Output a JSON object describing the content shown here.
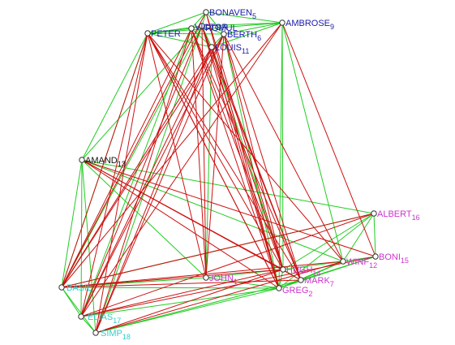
{
  "colors": {
    "positive_tie": "#22cc22",
    "negative_tie": "#cc1111",
    "node_stroke": "#333333",
    "group_blue": "#1a1aaa",
    "group_black": "#111111",
    "group_magenta": "#cc33cc",
    "group_cyan": "#33cccc"
  },
  "nodes": [
    {
      "id": "bonaven",
      "name": "BONAVEN",
      "num": "5",
      "group": "group_blue"
    },
    {
      "id": "ambrose",
      "name": "AMBROSE",
      "num": "9",
      "group": "group_blue"
    },
    {
      "id": "peter",
      "name": "PETER",
      "num": "",
      "group": "group_blue"
    },
    {
      "id": "victor",
      "name": "VICTOR",
      "num": "",
      "group": "group_blue"
    },
    {
      "id": "romul",
      "name": "ROMUL",
      "num": "",
      "group": "group_blue"
    },
    {
      "id": "berth",
      "name": "BERTH",
      "num": "6",
      "group": "group_blue"
    },
    {
      "id": "louis",
      "name": "LOUIS",
      "num": "11",
      "group": "group_blue"
    },
    {
      "id": "amand",
      "name": "AMAND",
      "num": "13",
      "group": "group_black"
    },
    {
      "id": "albert",
      "name": "ALBERT",
      "num": "16",
      "group": "group_magenta"
    },
    {
      "id": "boni",
      "name": "BONI",
      "num": "15",
      "group": "group_magenta"
    },
    {
      "id": "winf",
      "name": "WINF",
      "num": "12",
      "group": "group_magenta"
    },
    {
      "id": "hugh",
      "name": "HUGH",
      "num": "14",
      "group": "group_magenta"
    },
    {
      "id": "mark",
      "name": "MARK",
      "num": "7",
      "group": "group_magenta"
    },
    {
      "id": "greg",
      "name": "GREG",
      "num": "2",
      "group": "group_magenta"
    },
    {
      "id": "john",
      "name": "JOHN",
      "num": "1",
      "group": "group_magenta"
    },
    {
      "id": "basil",
      "name": "BASIL",
      "num": "",
      "group": "group_cyan"
    },
    {
      "id": "elias",
      "name": "ELIAS",
      "num": "17",
      "group": "group_cyan"
    },
    {
      "id": "simp",
      "name": "SIMP",
      "num": "18",
      "group": "group_cyan"
    }
  ],
  "edges": [
    {
      "source": "peter",
      "target": "bonaven",
      "type": "positive_tie"
    },
    {
      "source": "peter",
      "target": "victor",
      "type": "positive_tie"
    },
    {
      "source": "peter",
      "target": "romul",
      "type": "positive_tie"
    },
    {
      "source": "peter",
      "target": "berth",
      "type": "positive_tie"
    },
    {
      "source": "peter",
      "target": "louis",
      "type": "positive_tie"
    },
    {
      "source": "bonaven",
      "target": "ambrose",
      "type": "positive_tie"
    },
    {
      "source": "bonaven",
      "target": "romul",
      "type": "positive_tie"
    },
    {
      "source": "bonaven",
      "target": "victor",
      "type": "positive_tie"
    },
    {
      "source": "bonaven",
      "target": "berth",
      "type": "positive_tie"
    },
    {
      "source": "ambrose",
      "target": "romul",
      "type": "positive_tie"
    },
    {
      "source": "ambrose",
      "target": "berth",
      "type": "positive_tie"
    },
    {
      "source": "ambrose",
      "target": "louis",
      "type": "positive_tie"
    },
    {
      "source": "ambrose",
      "target": "peter",
      "type": "positive_tie"
    },
    {
      "source": "victor",
      "target": "romul",
      "type": "positive_tie"
    },
    {
      "source": "victor",
      "target": "louis",
      "type": "positive_tie"
    },
    {
      "source": "romul",
      "target": "berth",
      "type": "positive_tie"
    },
    {
      "source": "berth",
      "target": "louis",
      "type": "positive_tie"
    },
    {
      "source": "louis",
      "target": "romul",
      "type": "positive_tie"
    },
    {
      "source": "amand",
      "target": "peter",
      "type": "positive_tie"
    },
    {
      "source": "amand",
      "target": "romul",
      "type": "positive_tie"
    },
    {
      "source": "amand",
      "target": "albert",
      "type": "positive_tie"
    },
    {
      "source": "amand",
      "target": "winf",
      "type": "positive_tie"
    },
    {
      "source": "amand",
      "target": "basil",
      "type": "positive_tie"
    },
    {
      "source": "amand",
      "target": "elias",
      "type": "positive_tie"
    },
    {
      "source": "amand",
      "target": "simp",
      "type": "positive_tie"
    },
    {
      "source": "amand",
      "target": "john",
      "type": "positive_tie"
    },
    {
      "source": "ambrose",
      "target": "winf",
      "type": "positive_tie"
    },
    {
      "source": "ambrose",
      "target": "hugh",
      "type": "positive_tie"
    },
    {
      "source": "ambrose",
      "target": "greg",
      "type": "positive_tie"
    },
    {
      "source": "albert",
      "target": "boni",
      "type": "positive_tie"
    },
    {
      "source": "albert",
      "target": "winf",
      "type": "positive_tie"
    },
    {
      "source": "albert",
      "target": "greg",
      "type": "positive_tie"
    },
    {
      "source": "albert",
      "target": "hugh",
      "type": "positive_tie"
    },
    {
      "source": "albert",
      "target": "basil",
      "type": "positive_tie"
    },
    {
      "source": "boni",
      "target": "winf",
      "type": "positive_tie"
    },
    {
      "source": "boni",
      "target": "greg",
      "type": "positive_tie"
    },
    {
      "source": "boni",
      "target": "mark",
      "type": "positive_tie"
    },
    {
      "source": "winf",
      "target": "hugh",
      "type": "positive_tie"
    },
    {
      "source": "winf",
      "target": "greg",
      "type": "positive_tie"
    },
    {
      "source": "winf",
      "target": "mark",
      "type": "positive_tie"
    },
    {
      "source": "hugh",
      "target": "mark",
      "type": "positive_tie"
    },
    {
      "source": "hugh",
      "target": "greg",
      "type": "positive_tie"
    },
    {
      "source": "mark",
      "target": "greg",
      "type": "positive_tie"
    },
    {
      "source": "john",
      "target": "greg",
      "type": "positive_tie"
    },
    {
      "source": "john",
      "target": "hugh",
      "type": "positive_tie"
    },
    {
      "source": "john",
      "target": "basil",
      "type": "positive_tie"
    },
    {
      "source": "basil",
      "target": "greg",
      "type": "positive_tie"
    },
    {
      "source": "basil",
      "target": "elias",
      "type": "positive_tie"
    },
    {
      "source": "basil",
      "target": "simp",
      "type": "positive_tie"
    },
    {
      "source": "elias",
      "target": "simp",
      "type": "positive_tie"
    },
    {
      "source": "elias",
      "target": "greg",
      "type": "positive_tie"
    },
    {
      "source": "simp",
      "target": "greg",
      "type": "positive_tie"
    },
    {
      "source": "simp",
      "target": "mark",
      "type": "positive_tie"
    },
    {
      "source": "elias",
      "target": "victor",
      "type": "positive_tie"
    },
    {
      "source": "simp",
      "target": "romul",
      "type": "positive_tie"
    },
    {
      "source": "basil",
      "target": "peter",
      "type": "positive_tie"
    },
    {
      "source": "john",
      "target": "louis",
      "type": "positive_tie"
    },
    {
      "source": "greg",
      "target": "berth",
      "type": "positive_tie"
    },
    {
      "source": "hugh",
      "target": "louis",
      "type": "positive_tie"
    },
    {
      "source": "basil",
      "target": "romul",
      "type": "positive_tie"
    },
    {
      "source": "peter",
      "target": "basil",
      "type": "negative_tie"
    },
    {
      "source": "peter",
      "target": "elias",
      "type": "negative_tie"
    },
    {
      "source": "peter",
      "target": "simp",
      "type": "negative_tie"
    },
    {
      "source": "peter",
      "target": "greg",
      "type": "negative_tie"
    },
    {
      "source": "peter",
      "target": "hugh",
      "type": "negative_tie"
    },
    {
      "source": "peter",
      "target": "mark",
      "type": "negative_tie"
    },
    {
      "source": "peter",
      "target": "john",
      "type": "negative_tie"
    },
    {
      "source": "peter",
      "target": "winf",
      "type": "negative_tie"
    },
    {
      "source": "victor",
      "target": "basil",
      "type": "negative_tie"
    },
    {
      "source": "victor",
      "target": "simp",
      "type": "negative_tie"
    },
    {
      "source": "victor",
      "target": "greg",
      "type": "negative_tie"
    },
    {
      "source": "victor",
      "target": "hugh",
      "type": "negative_tie"
    },
    {
      "source": "victor",
      "target": "mark",
      "type": "negative_tie"
    },
    {
      "source": "romul",
      "target": "elias",
      "type": "negative_tie"
    },
    {
      "source": "romul",
      "target": "greg",
      "type": "negative_tie"
    },
    {
      "source": "romul",
      "target": "hugh",
      "type": "negative_tie"
    },
    {
      "source": "romul",
      "target": "john",
      "type": "negative_tie"
    },
    {
      "source": "berth",
      "target": "basil",
      "type": "negative_tie"
    },
    {
      "source": "berth",
      "target": "simp",
      "type": "negative_tie"
    },
    {
      "source": "berth",
      "target": "elias",
      "type": "negative_tie"
    },
    {
      "source": "berth",
      "target": "mark",
      "type": "negative_tie"
    },
    {
      "source": "berth",
      "target": "hugh",
      "type": "negative_tie"
    },
    {
      "source": "louis",
      "target": "basil",
      "type": "negative_tie"
    },
    {
      "source": "louis",
      "target": "simp",
      "type": "negative_tie"
    },
    {
      "source": "louis",
      "target": "elias",
      "type": "negative_tie"
    },
    {
      "source": "louis",
      "target": "greg",
      "type": "negative_tie"
    },
    {
      "source": "louis",
      "target": "mark",
      "type": "negative_tie"
    },
    {
      "source": "bonaven",
      "target": "greg",
      "type": "negative_tie"
    },
    {
      "source": "bonaven",
      "target": "hugh",
      "type": "negative_tie"
    },
    {
      "source": "bonaven",
      "target": "basil",
      "type": "negative_tie"
    },
    {
      "source": "ambrose",
      "target": "elias",
      "type": "negative_tie"
    },
    {
      "source": "ambrose",
      "target": "basil",
      "type": "negative_tie"
    },
    {
      "source": "ambrose",
      "target": "boni",
      "type": "negative_tie"
    },
    {
      "source": "amand",
      "target": "greg",
      "type": "negative_tie"
    },
    {
      "source": "amand",
      "target": "hugh",
      "type": "negative_tie"
    },
    {
      "source": "amand",
      "target": "mark",
      "type": "negative_tie"
    },
    {
      "source": "amand",
      "target": "boni",
      "type": "negative_tie"
    },
    {
      "source": "basil",
      "target": "albert",
      "type": "negative_tie"
    },
    {
      "source": "basil",
      "target": "winf",
      "type": "negative_tie"
    },
    {
      "source": "basil",
      "target": "hugh",
      "type": "negative_tie"
    },
    {
      "source": "basil",
      "target": "mark",
      "type": "negative_tie"
    },
    {
      "source": "elias",
      "target": "albert",
      "type": "negative_tie"
    },
    {
      "source": "elias",
      "target": "boni",
      "type": "negative_tie"
    },
    {
      "source": "elias",
      "target": "hugh",
      "type": "negative_tie"
    },
    {
      "source": "simp",
      "target": "hugh",
      "type": "negative_tie"
    },
    {
      "source": "simp",
      "target": "winf",
      "type": "negative_tie"
    },
    {
      "source": "john",
      "target": "victor",
      "type": "negative_tie"
    },
    {
      "source": "john",
      "target": "berth",
      "type": "negative_tie"
    },
    {
      "source": "greg",
      "target": "peter",
      "type": "negative_tie"
    },
    {
      "source": "mark",
      "target": "romul",
      "type": "negative_tie"
    },
    {
      "source": "winf",
      "target": "berth",
      "type": "negative_tie"
    }
  ]
}
